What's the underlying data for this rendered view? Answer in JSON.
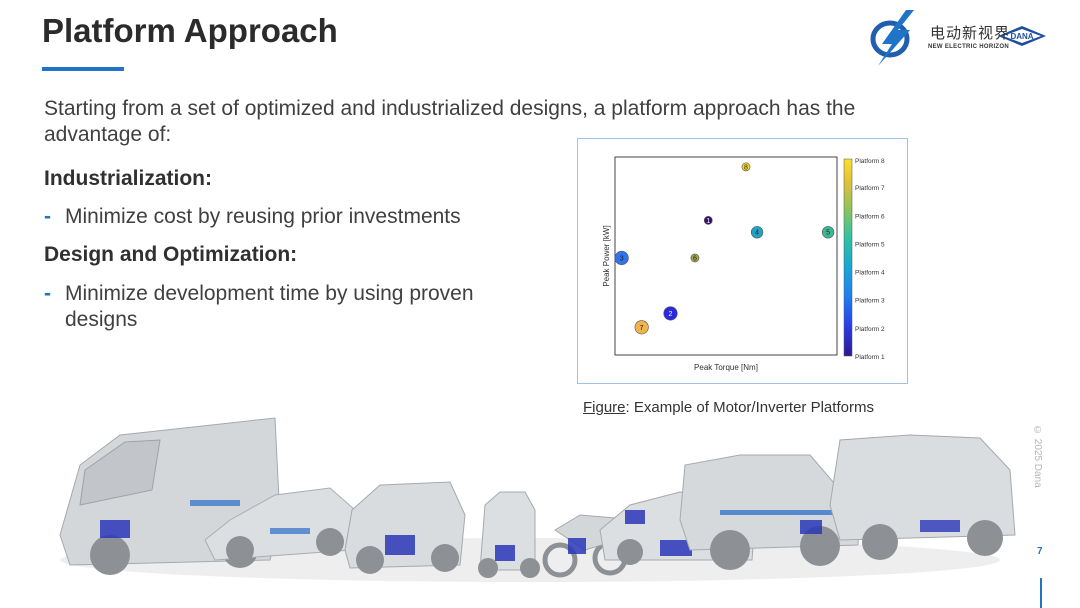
{
  "slide": {
    "title": "Platform Approach",
    "intro": "Starting from a set of optimized and industrialized designs, a platform approach has the advantage of:",
    "section1_heading": "Industrialization:",
    "section1_bullet": "Minimize cost by reusing prior investments",
    "section2_heading": "Design and Optimization:",
    "section2_bullet": "Minimize development time by using proven designs",
    "bullet_dash": "-",
    "caption_label": "Figure",
    "caption_text": ": Example of Motor/Inverter Platforms",
    "copyright": "© 2025 Dana",
    "page_number": "7"
  },
  "logo": {
    "cn_text": "电动新视界",
    "en_text": "NEW ELECTRIC HORIZON",
    "brand": "DANA"
  },
  "colors": {
    "accent": "#1f74c7",
    "title": "#2b2b2b",
    "chart_border": "#9ec3e8"
  },
  "chart_data": {
    "type": "scatter",
    "xlabel": "Peak Torque [Nm]",
    "ylabel": "Peak Power [kW]",
    "xlim": [
      0,
      10
    ],
    "ylim": [
      0,
      10
    ],
    "ticks_shown": false,
    "grid": false,
    "legend": "colorbar-right",
    "colorbar_labels": [
      "Platform 1",
      "Platform 2",
      "Platform 3",
      "Platform 4",
      "Platform 5",
      "Platform 6",
      "Platform 7",
      "Platform 8"
    ],
    "points": [
      {
        "label": "1",
        "x": 4.2,
        "y": 6.8,
        "size": 0.9,
        "color": "#3b0f70"
      },
      {
        "label": "2",
        "x": 2.5,
        "y": 2.1,
        "size": 1.5,
        "color": "#2a2be0"
      },
      {
        "label": "3",
        "x": 0.3,
        "y": 4.9,
        "size": 1.5,
        "color": "#2f74f0"
      },
      {
        "label": "4",
        "x": 6.4,
        "y": 6.2,
        "size": 1.3,
        "color": "#1fa3c4"
      },
      {
        "label": "5",
        "x": 9.6,
        "y": 6.2,
        "size": 1.3,
        "color": "#3bb891"
      },
      {
        "label": "6",
        "x": 3.6,
        "y": 4.9,
        "size": 0.9,
        "color": "#a7a84a"
      },
      {
        "label": "7",
        "x": 1.2,
        "y": 1.4,
        "size": 1.5,
        "color": "#f0b44a"
      },
      {
        "label": "8",
        "x": 5.9,
        "y": 9.5,
        "size": 0.9,
        "color": "#f3d82a"
      }
    ],
    "colorscale": [
      "#2c1a8f",
      "#2a3be8",
      "#1f7ef0",
      "#16a7d6",
      "#2fc3a4",
      "#8ec45a",
      "#e2c03a",
      "#f7e12a"
    ]
  }
}
